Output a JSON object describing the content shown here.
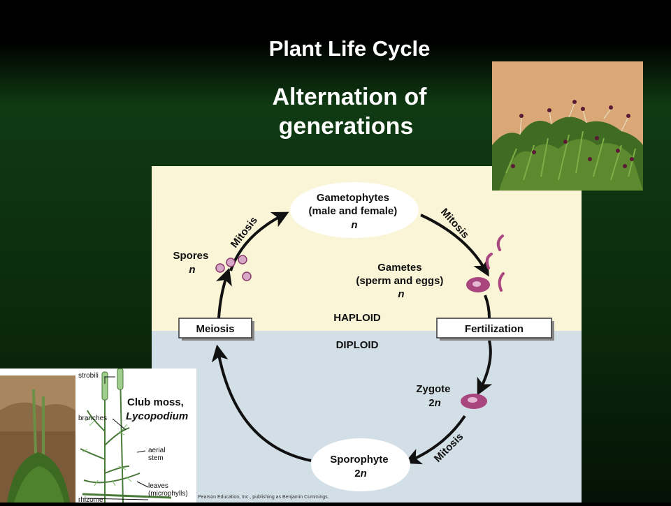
{
  "slide": {
    "title": "Plant Life Cycle",
    "subtitle_line1": "Alternation of",
    "subtitle_line2": "generations"
  },
  "diagram": {
    "gametophytes": {
      "line1": "Gametophytes",
      "line2": "(male and female)",
      "ploidy": "n"
    },
    "gametes": {
      "line1": "Gametes",
      "line2": "(sperm and eggs)",
      "ploidy": "n"
    },
    "spores": {
      "line1": "Spores",
      "ploidy": "n"
    },
    "zygote": {
      "line1": "Zygote",
      "ploidy_num": "2",
      "ploidy": "n"
    },
    "sporophyte": {
      "line1": "Sporophyte",
      "ploidy_num": "2",
      "ploidy": "n"
    },
    "meiosis": "Meiosis",
    "fertilization": "Fertilization",
    "haploid": "HAPLOID",
    "diploid": "DIPLOID",
    "mitosis": "Mitosis",
    "credit": "Pearson Education, Inc., publishing as Benjamin Cummings.",
    "colors": {
      "haploid_bg": "#fbf5d8",
      "diploid_bg": "#d3dfe7",
      "cell": "#a9457f"
    }
  },
  "club_moss": {
    "title_line1": "Club moss,",
    "title_line2": "Lycopodium",
    "labels": {
      "strobili": "strobili",
      "branches": "branches",
      "aerial_stem_line1": "aerial",
      "aerial_stem_line2": "stem",
      "leaves_line1": "leaves",
      "leaves_line2": "(microphylls)",
      "rhizome": "rhizome"
    }
  }
}
